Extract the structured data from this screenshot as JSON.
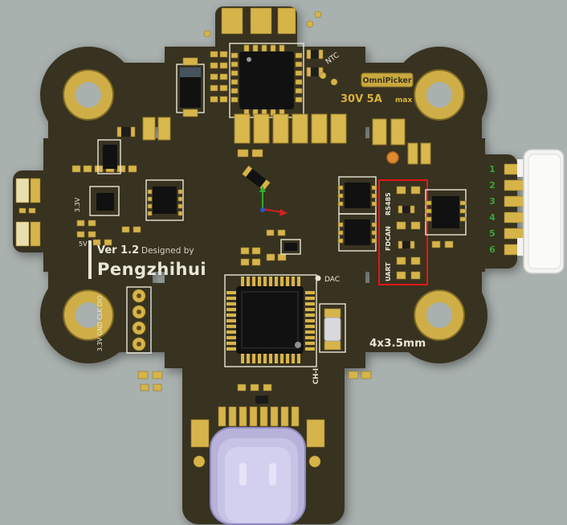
{
  "board": {
    "version": "Ver 1.2",
    "designed_by": "Designed by",
    "designer": "Pengzhihui",
    "brand_badge": "OmniPicker",
    "rating": "30V 5A",
    "rating_suffix": "max",
    "mounting_note": "4x3.5mm",
    "ntc_label": "NTC",
    "dac_label": "DAC",
    "channel_label": "CH-I",
    "rail_3v3": "3.3V",
    "rail_5v": "5V",
    "debug_header": "3.3V GND CLK DIO",
    "interfaces": [
      "RS485",
      "FDCAN",
      "UART"
    ]
  },
  "connector": {
    "pins": [
      "1",
      "2",
      "3",
      "4",
      "5",
      "6"
    ]
  },
  "colors": {
    "background": "#a9b1af",
    "board": "#383220",
    "pad_gold": "#d6b44a",
    "silkscreen": "#e9e6d8",
    "annotation_red": "#e01818",
    "pin_number_green": "#3aa33a",
    "indicator_orange": "#e08a30",
    "usb_lavender": "#b6b2da"
  }
}
